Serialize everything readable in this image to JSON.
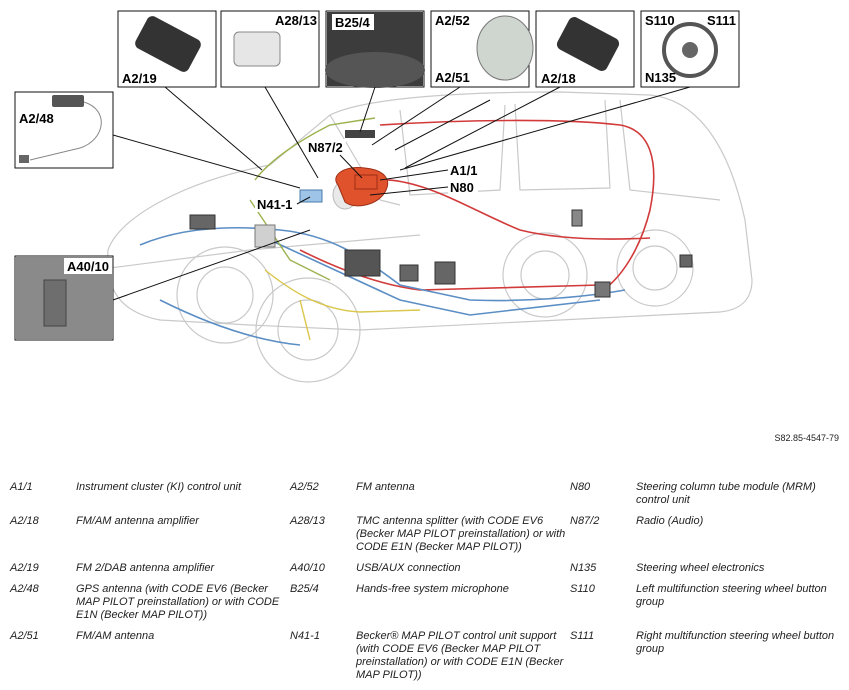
{
  "diagram": {
    "reference": "S82.85-4547-79",
    "labels": {
      "a2_19": "A2/19",
      "a28_13": "A28/13",
      "b25_4": "B25/4",
      "a2_52": "A2/52",
      "a2_51": "A2/51",
      "a2_18": "A2/18",
      "s110": "S110",
      "s111": "S111",
      "n135": "N135",
      "a2_48": "A2/48",
      "n87_2": "N87/2",
      "a1_1": "A1/1",
      "n80": "N80",
      "n41_1": "N41-1",
      "a40_10": "A40/10"
    },
    "colors": {
      "wire_red": "#d23a3a",
      "wire_blue": "#5b8ec4",
      "wire_green": "#9bb24e",
      "wire_yellow": "#d9c64a",
      "component_orange": "#e0522c"
    }
  },
  "legend": [
    [
      {
        "code": "A1/1",
        "desc": "Instrument cluster (KI) control unit"
      },
      {
        "code": "A2/52",
        "desc": "FM antenna"
      },
      {
        "code": "N80",
        "desc": "Steering column tube module (MRM) control unit"
      }
    ],
    [
      {
        "code": "A2/18",
        "desc": "FM/AM antenna amplifier"
      },
      {
        "code": "A28/13",
        "desc": "TMC antenna splitter (with CODE EV6 (Becker MAP PILOT preinstallation) or with CODE E1N (Becker MAP PILOT))"
      },
      {
        "code": "N87/2",
        "desc": "Radio (Audio)"
      }
    ],
    [
      {
        "code": "A2/19",
        "desc": "FM 2/DAB antenna amplifier"
      },
      {
        "code": "A40/10",
        "desc": "USB/AUX connection"
      },
      {
        "code": "N135",
        "desc": "Steering wheel electronics"
      }
    ],
    [
      {
        "code": "A2/48",
        "desc": "GPS antenna (with CODE EV6 (Becker MAP PILOT preinstallation) or with CODE E1N (Becker MAP PILOT))"
      },
      {
        "code": "B25/4",
        "desc": "Hands-free system microphone"
      },
      {
        "code": "S110",
        "desc": "Left multifunction steering wheel button group"
      }
    ],
    [
      {
        "code": "A2/51",
        "desc": "FM/AM antenna"
      },
      {
        "code": "N41-1",
        "desc": "Becker® MAP PILOT control unit support (with CODE EV6 (Becker MAP PILOT preinstallation) or with CODE E1N (Becker MAP PILOT))"
      },
      {
        "code": "S111",
        "desc": "Right multifunction steering wheel button group"
      }
    ]
  ]
}
